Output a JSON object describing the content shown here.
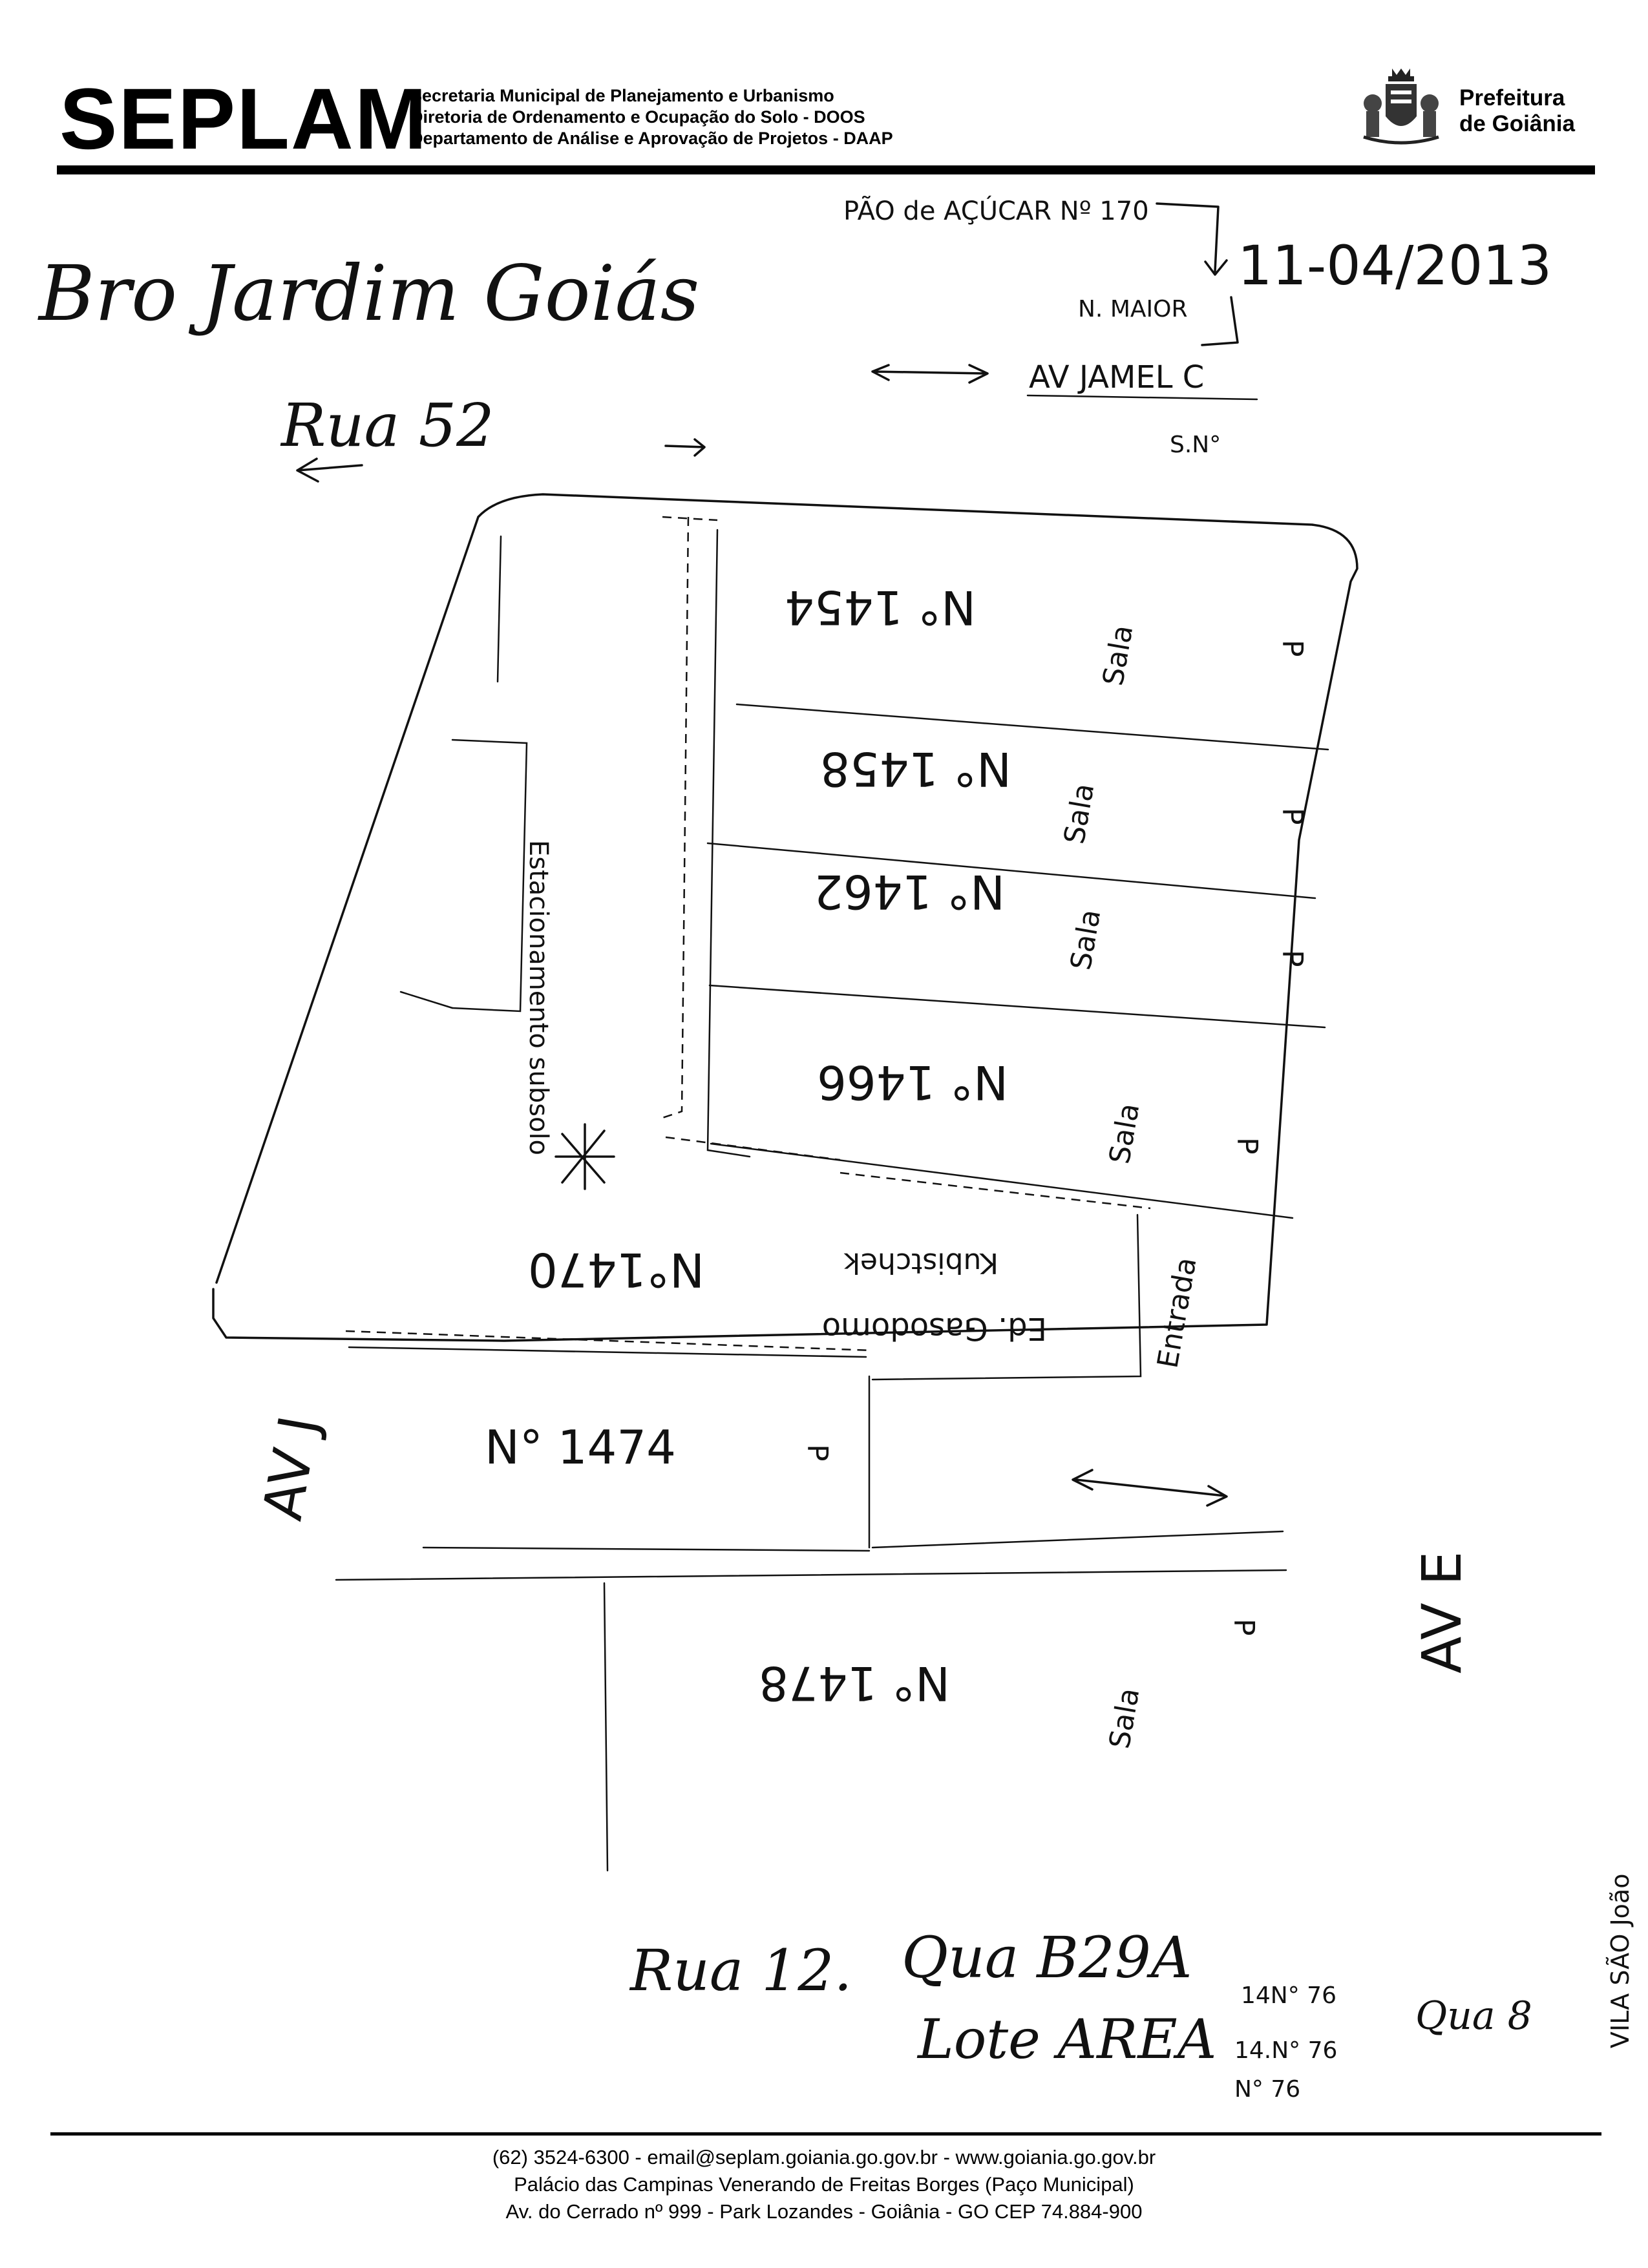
{
  "header": {
    "logo": "SEPLAM",
    "lines": [
      "Secretaria Municipal de Planejamento e Urbanismo",
      "Diretoria de Ordenamento e Ocupação do Solo - DOOS",
      "Departamento de Análise e Aprovação de Projetos - DAAP"
    ],
    "prefeitura_line1": "Prefeitura",
    "prefeitura_line2": "de Goiânia"
  },
  "sketch": {
    "bairro": "Bro Jardim Goiás",
    "date": "11-04/2013",
    "top_note": "PÃO de AÇÚCAR Nº 170",
    "n_maior": "N. MAIOR",
    "av_jamel": "AV JAMEL C",
    "sn": "S.N°",
    "rua_52": "Rua 52",
    "lots": [
      {
        "label": "N° 1454",
        "note": "Sala",
        "mark": "P"
      },
      {
        "label": "N° 1458",
        "note": "Sala",
        "mark": "P"
      },
      {
        "label": "N° 1462",
        "note": "Sala",
        "mark": "P"
      },
      {
        "label": "N° 1466",
        "note": "Sala",
        "mark": "P"
      }
    ],
    "side_block": "Estacionamento subsolo",
    "main_building_number": "N°1470",
    "building_name_1": "Ed. Gasodomo",
    "building_name_2": "Kubistchek",
    "entrada": "Entrada",
    "lot_1474": "N° 1474",
    "lot_1478": "N° 1478",
    "mark_p": "P",
    "sala": "Sala",
    "av_j": "AV J",
    "av_e": "AV E",
    "rua_12": "Rua 12.",
    "quadra": "Qua B29A",
    "lote": "Lote AREA",
    "qua_side": "Qua 8",
    "list_nums": [
      "14N° 76",
      "14.N° 76",
      "N° 76"
    ],
    "vila": "VILA SÃO João"
  },
  "footer": {
    "line1": "(62) 3524-6300 - email@seplam.goiania.go.gov.br - www.goiania.go.gov.br",
    "line2": "Palácio das Campinas Venerando de Freitas Borges (Paço Municipal)",
    "line3": "Av. do Cerrado nº 999 - Park Lozandes - Goiânia - GO CEP 74.884-900"
  }
}
